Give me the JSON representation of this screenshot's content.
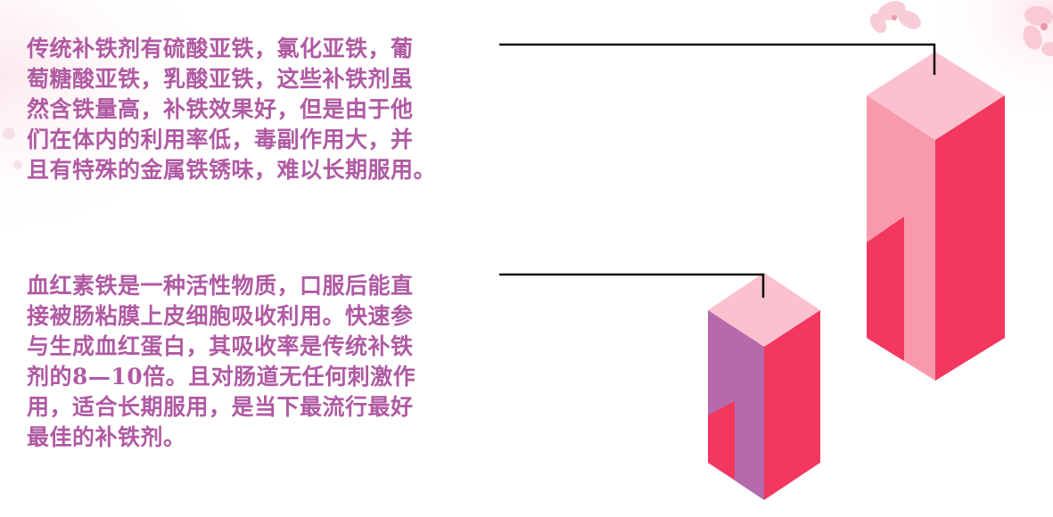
{
  "blocks": [
    {
      "lines": [
        "传统补铁剂有硫酸亚铁，氯化亚铁，葡",
        "萄糖酸亚铁，乳酸亚铁，这些补铁剂虽",
        "然含铁量高，补铁效果好，但是由于他",
        "们在体内的利用率低，毒副作用大，并",
        "且有特殊的金属铁锈味，难以长期服用。"
      ]
    },
    {
      "lines": [
        "血红素铁是一种活性物质，口服后能直",
        "接被肠粘膜上皮细胞吸收利用。快速参",
        "与生成血红蛋白，其吸收率是传统补铁",
        "剂的8—10倍。且对肠道无任何刺激作",
        "用，适合长期服用，是当下最流行最好",
        "最佳的补铁剂。"
      ]
    }
  ],
  "colors": {
    "text": "#b05aa3",
    "pillar_top": "#fbc1cf",
    "pillar_right": "#f4375f",
    "pillar_left_tall": "#f89aab",
    "pillar_left_short": "#b46aac",
    "connector": "#111111"
  },
  "icons": {
    "decoration": "cherry-blossom-icon"
  }
}
